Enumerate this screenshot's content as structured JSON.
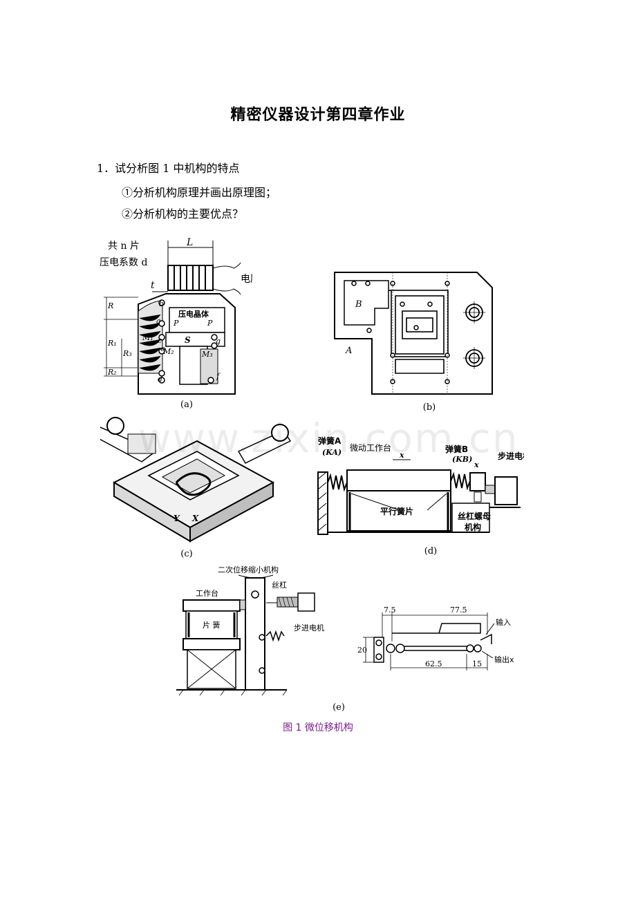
{
  "title": "精密仪器设计第四章作业",
  "question": {
    "text": "1．试分析图 1 中机构的特点",
    "items": [
      "①分析机构原理并画出原理图；",
      "②分析机构的主要优点？"
    ]
  },
  "figures": {
    "a": {
      "label": "(a)",
      "n_text": "共 n 片",
      "d_text": "压电系数 d",
      "L": "L",
      "voltage": "电压 U",
      "t": "t",
      "crystal": "压电晶体",
      "R": "R",
      "R1": "R₁",
      "R2": "R₂",
      "R3": "R₃",
      "b": "b",
      "a": "a",
      "c": "c",
      "d": "d",
      "e": "e",
      "f": "f",
      "g": "g",
      "P": "P",
      "S": "S",
      "M1": "M₁",
      "M2": "M₂",
      "M3": "M₃"
    },
    "b": {
      "label": "(b)",
      "B": "B",
      "A": "A"
    },
    "c": {
      "label": "(c)",
      "Y": "Y",
      "X": "X"
    },
    "d": {
      "label": "(d)",
      "springA": "弹簧A",
      "KA": "(KA)",
      "table": "微动工作台",
      "x": "x",
      "springB": "弹簧B",
      "KB": "(KB)",
      "motor": "步进电机",
      "leaf": "平行簧片",
      "screw_nut": "丝杠螺母",
      "mechanism": "机构"
    },
    "e": {
      "label": "(e)",
      "reducer": "二次位移缩小机构",
      "screw": "丝杠",
      "worktable": "工作台",
      "leaf": "片 簧",
      "motor": "步进电机",
      "dim_75": "7.5",
      "dim_775": "77.5",
      "dim_20": "20",
      "dim_625": "62.5",
      "dim_15": "15",
      "input": "输入",
      "output": "输出x"
    }
  },
  "caption": "图 1  微位移机构",
  "watermark": "www.zixin.com.cn",
  "colors": {
    "caption": "#7b1a8c"
  }
}
